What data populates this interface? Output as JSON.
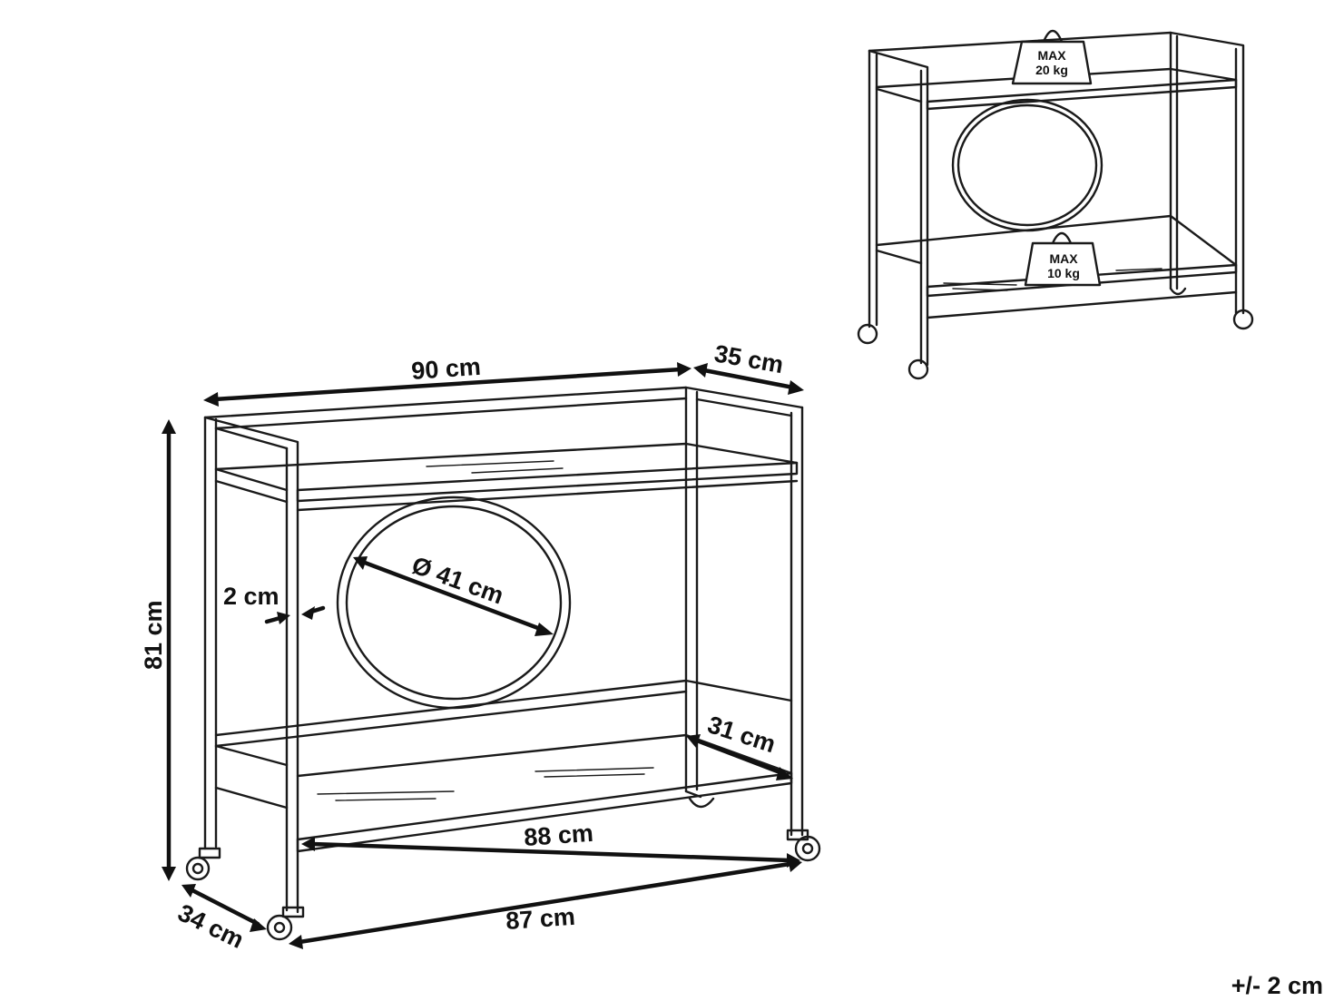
{
  "dimensions": {
    "width_top": "90 cm",
    "depth_top": "35 cm",
    "height": "81 cm",
    "frame_width": "2 cm",
    "mirror_diameter": "Ø 41 cm",
    "depth_bottom_shelf": "31 cm",
    "width_bottom_shelf": "88 cm",
    "width_base": "87 cm",
    "depth_base": "34 cm"
  },
  "load_limits": {
    "top_shelf": {
      "line1": "MAX",
      "line2": "20 kg"
    },
    "bottom_shelf": {
      "line1": "MAX",
      "line2": "10 kg"
    }
  },
  "tolerance": "+/- 2 cm",
  "colors": {
    "line": "#1a1a1a",
    "background": "#ffffff"
  },
  "icons": [
    "weight-icon",
    "caster-wheel-icon"
  ]
}
